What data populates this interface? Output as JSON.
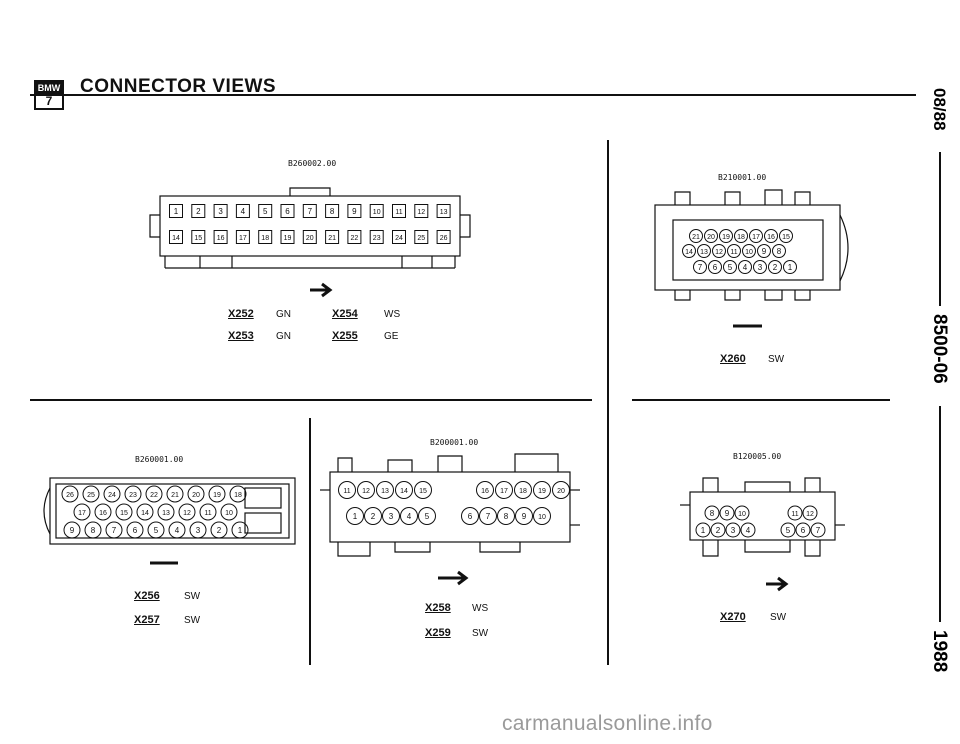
{
  "logo": {
    "top": "BMW",
    "bottom": "7"
  },
  "title": "CONNECTOR VIEWS",
  "side": {
    "top": "08/88",
    "middle": "8500-06",
    "bottom": "1988"
  },
  "watermark": "carmanualsonline.info",
  "panels": [
    {
      "code": "B260002.00",
      "labels": [
        {
          "name": "X252",
          "color": "GN"
        },
        {
          "name": "X253",
          "color": "GN"
        },
        {
          "name": "X254",
          "color": "WS"
        },
        {
          "name": "X255",
          "color": "GE"
        }
      ]
    },
    {
      "code": "B210001.00",
      "labels": [
        {
          "name": "X260",
          "color": "SW"
        }
      ]
    },
    {
      "code": "B260001.00",
      "labels": [
        {
          "name": "X256",
          "color": "SW"
        },
        {
          "name": "X257",
          "color": "SW"
        }
      ]
    },
    {
      "code": "B200001.00",
      "labels": [
        {
          "name": "X258",
          "color": "WS"
        },
        {
          "name": "X259",
          "color": "SW"
        }
      ]
    },
    {
      "code": "B120005.00",
      "labels": [
        {
          "name": "X270",
          "color": "SW"
        }
      ]
    }
  ],
  "pins": {
    "p1_top": [
      "1",
      "2",
      "3",
      "4",
      "5",
      "6",
      "7",
      "8",
      "9",
      "10",
      "11",
      "12",
      "13"
    ],
    "p1_bot": [
      "14",
      "15",
      "16",
      "17",
      "18",
      "19",
      "20",
      "21",
      "22",
      "23",
      "24",
      "25",
      "26"
    ],
    "p2_r1": [
      "21",
      "20",
      "19",
      "18",
      "17",
      "16",
      "15"
    ],
    "p2_r2": [
      "14",
      "13",
      "12",
      "11",
      "10",
      "9",
      "8"
    ],
    "p2_r3": [
      "7",
      "6",
      "5",
      "4",
      "3",
      "2",
      "1"
    ],
    "p3_r1": [
      "26",
      "25",
      "24",
      "23",
      "22",
      "21",
      "20",
      "19",
      "18"
    ],
    "p3_r2": [
      "17",
      "16",
      "15",
      "14",
      "13",
      "12",
      "11",
      "10"
    ],
    "p3_r3": [
      "9",
      "8",
      "7",
      "6",
      "5",
      "4",
      "3",
      "2",
      "1"
    ],
    "p4_r1a": [
      "11",
      "12",
      "13",
      "14",
      "15"
    ],
    "p4_r1b": [
      "16",
      "17",
      "18",
      "19",
      "20"
    ],
    "p4_r2a": [
      "1",
      "2",
      "3",
      "4",
      "5"
    ],
    "p4_r2b": [
      "6",
      "7",
      "8",
      "9",
      "10"
    ],
    "p5_r1a": [
      "8",
      "9",
      "10"
    ],
    "p5_r1b": [
      "11",
      "12"
    ],
    "p5_r2a": [
      "1",
      "2",
      "3",
      "4"
    ],
    "p5_r2b": [
      "5",
      "6",
      "7"
    ]
  }
}
